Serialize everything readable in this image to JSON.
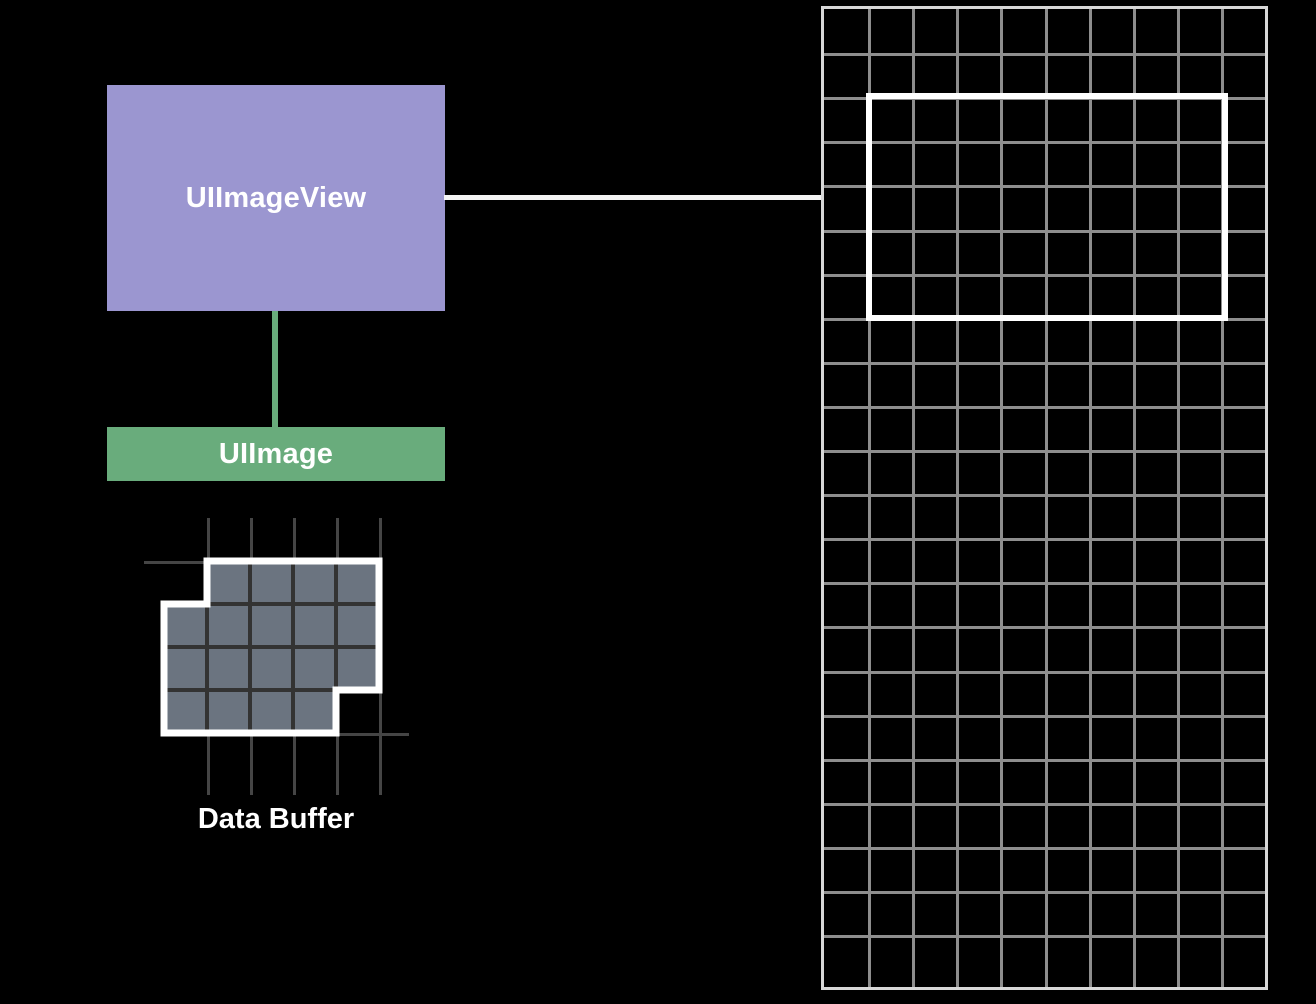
{
  "diagram": {
    "title": "UIImageView / UIImage / Data Buffer relationship",
    "background_color": "#000000",
    "nodes": [
      {
        "id": "uiimageview",
        "label": "UIImageView",
        "color": "#9b96d0",
        "text_color": "#ffffff"
      },
      {
        "id": "uiimage",
        "label": "UIImage",
        "color": "#69ac7c",
        "text_color": "#ffffff"
      }
    ],
    "connectors": [
      {
        "id": "uiimageview-to-uiimage",
        "color": "#69ac7c",
        "orientation": "vertical"
      },
      {
        "id": "uiimageview-to-screen-frame",
        "color": "#f4f4f4",
        "orientation": "horizontal"
      }
    ],
    "data_buffer": {
      "label": "Data Buffer",
      "cell_color": "#6b7480",
      "cell_border_color": "#333333",
      "outline_color": "#ffffff",
      "guide_color": "#454545",
      "columns": 5,
      "rows": 4,
      "cell_size": 43,
      "excluded_cells": [
        {
          "col": 0,
          "row": 0
        },
        {
          "col": 4,
          "row": 3
        }
      ]
    },
    "screen": {
      "id": "device-screen",
      "border_color": "#d8d8d8",
      "grid_color": "#8e8e8e",
      "columns": 10,
      "rows": 22,
      "cell_size": 44.7,
      "highlight": {
        "id": "image-frame",
        "color": "#ffffff",
        "cols": 8,
        "rows": 5
      }
    }
  }
}
